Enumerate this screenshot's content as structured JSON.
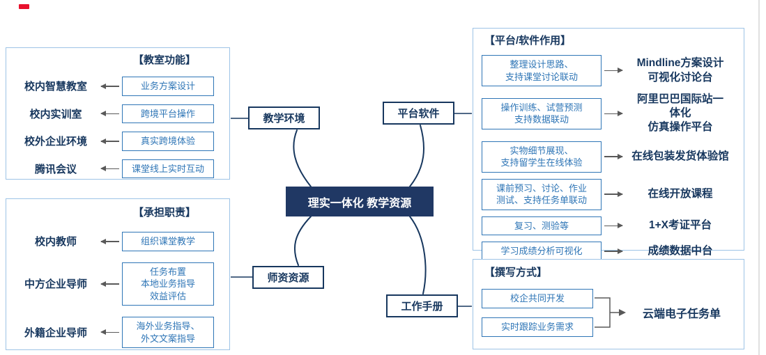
{
  "center": {
    "label": "理实一体化 教学资源"
  },
  "branches": [
    {
      "label": "教学环境"
    },
    {
      "label": "平台软件"
    },
    {
      "label": "师资资源"
    },
    {
      "label": "工作手册"
    }
  ],
  "classroom_panel": {
    "title": "【教室功能】",
    "rows": [
      {
        "label": "校内智慧教室",
        "box": "业务方案设计"
      },
      {
        "label": "校内实训室",
        "box": "跨境平台操作"
      },
      {
        "label": "校外企业环境",
        "box": "真实跨境体验"
      },
      {
        "label": "腾讯会议",
        "box": "课堂线上实时互动"
      }
    ]
  },
  "duty_panel": {
    "title": "【承担职责】",
    "rows": [
      {
        "label": "校内教师",
        "box": "组织课堂教学"
      },
      {
        "label": "中方企业导师",
        "box": "任务布置\n本地业务指导\n效益评估"
      },
      {
        "label": "外籍企业导师",
        "box": "海外业务指导、\n外文文案指导"
      }
    ]
  },
  "platform_panel": {
    "title": "【平台/软件作用】",
    "rows": [
      {
        "box": "整理设计思路、\n支持课堂讨论联动",
        "target": "Mindline方案设计\n可视化讨论台"
      },
      {
        "box": "操作训练、试营预测\n支持数据联动",
        "target": "阿里巴巴国际站一\n体化\n仿真操作平台"
      },
      {
        "box": "实物细节展现、\n支持留学生在线体验",
        "target": "在线包装发货体验馆"
      },
      {
        "box": "课前预习、讨论、作业\n测试、支持任务单联动",
        "target": "在线开放课程"
      },
      {
        "box": "复习、测验等",
        "target": "1+X考证平台"
      },
      {
        "box": "学习成绩分析可视化",
        "target": "成绩数据中台"
      }
    ]
  },
  "writing_panel": {
    "title": "【撰写方式】",
    "boxes": [
      "校企共同开发",
      "实时跟踪业务需求"
    ],
    "target": "云端电子任务单"
  },
  "colors": {
    "navy": "#17375e",
    "center_bg": "#203864",
    "blue_box": "#2e75b6",
    "panel_border": "#9dc3e6",
    "arrow": "#595959",
    "accent_red": "#e8112d"
  }
}
